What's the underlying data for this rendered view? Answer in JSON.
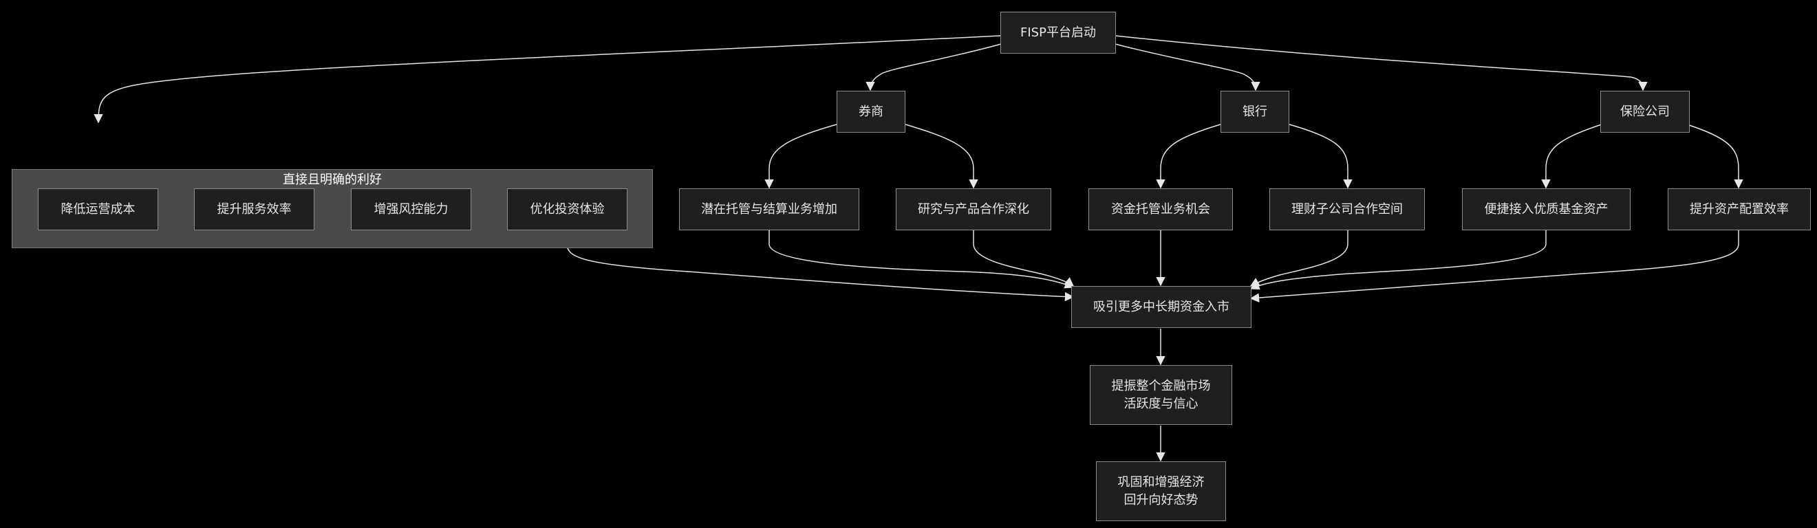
{
  "nodes": {
    "start": "FISP平台启动",
    "broker": "券商",
    "bank": "银行",
    "insurance": "保险公司",
    "broker_1": "潜在托管与结算业务增加",
    "broker_2": "研究与产品合作深化",
    "bank_1": "资金托管业务机会",
    "bank_2": "理财子公司合作空间",
    "ins_1": "便捷接入优质基金资产",
    "ins_2": "提升资产配置效率",
    "attract": "吸引更多中长期资金入市",
    "boost_l1": "提振整个金融市场",
    "boost_l2": "活跃度与信心",
    "econ_l1": "巩固和增强经济",
    "econ_l2": "回升向好态势"
  },
  "cluster": {
    "title": "直接且明确的利好",
    "items": [
      "降低运营成本",
      "提升服务效率",
      "增强风控能力",
      "优化投资体验"
    ]
  }
}
